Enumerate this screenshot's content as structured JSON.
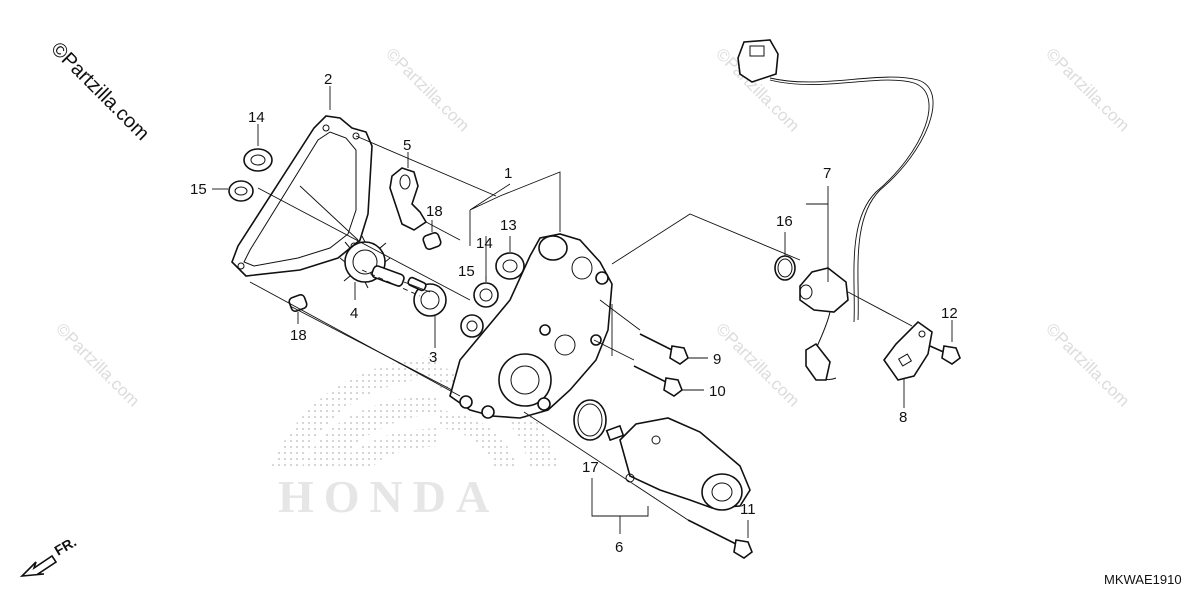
{
  "watermark": "©Partzilla.com",
  "brand_text": "HONDA",
  "diagram_code": "MKWAE1910",
  "direction_label": "FR.",
  "callouts": {
    "c1": "1",
    "c2": "2",
    "c3": "3",
    "c4": "4",
    "c5": "5",
    "c6": "6",
    "c7": "7",
    "c8": "8",
    "c9": "9",
    "c10": "10",
    "c11": "11",
    "c12": "12",
    "c13": "13",
    "c14a": "14",
    "c14b": "14",
    "c15a": "15",
    "c15b": "15",
    "c16": "16",
    "c17": "17",
    "c18a": "18",
    "c18b": "18"
  },
  "colors": {
    "line": "#111111",
    "watermark": "#dcdcdc",
    "logo_dots": "#d4d4d4"
  }
}
